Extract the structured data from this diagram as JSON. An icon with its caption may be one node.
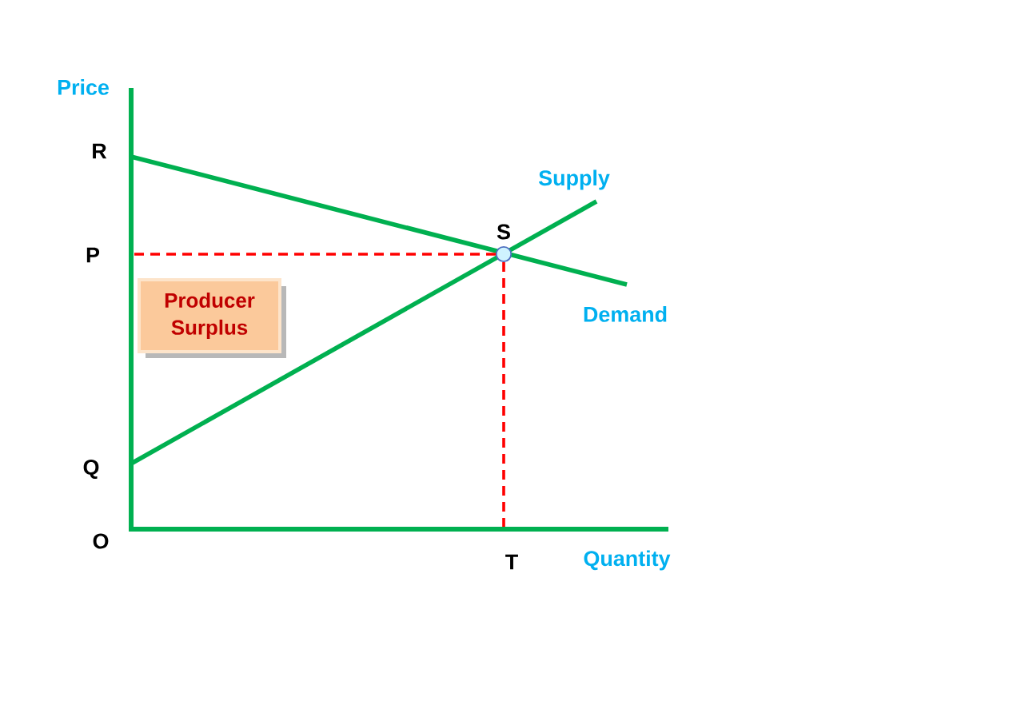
{
  "diagram": {
    "nodes": [
      {
        "text": [
          "Producer Surplus"
        ]
      }
    ],
    "labels": [
      "Price",
      "R",
      "Supply",
      "S",
      "P",
      "Demand",
      "Q",
      "O",
      "T",
      "Quantity"
    ]
  }
}
